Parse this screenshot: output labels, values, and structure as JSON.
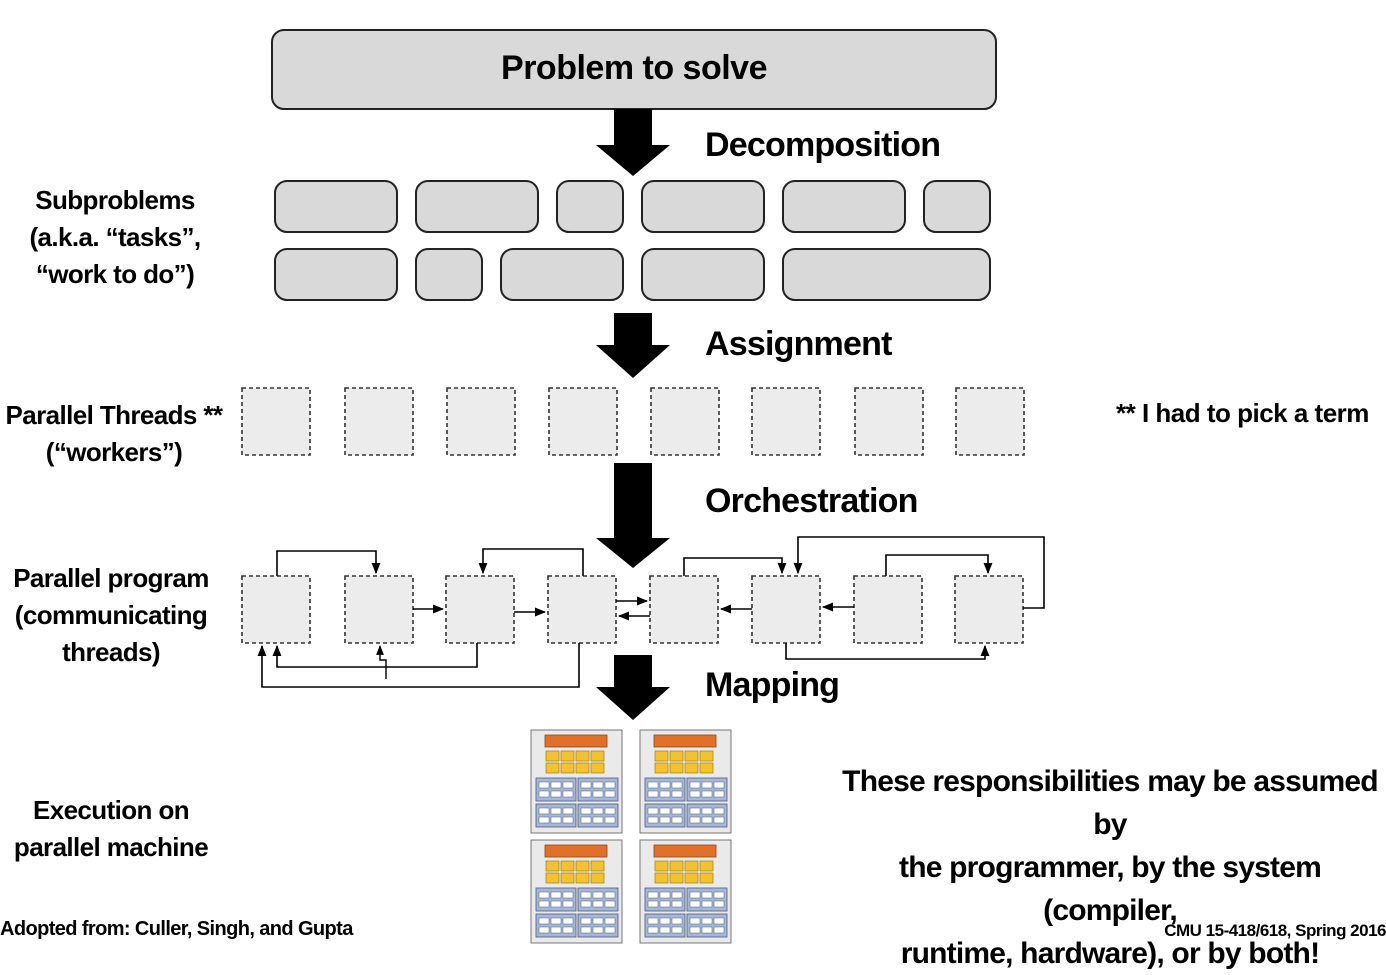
{
  "title_box": "Problem to solve",
  "stages": {
    "decomposition": "Decomposition",
    "assignment": "Assignment",
    "orchestration": "Orchestration",
    "mapping": "Mapping"
  },
  "row_labels": {
    "subproblems": [
      "Subproblems",
      "(a.k.a. “tasks”,",
      "“work to do”)"
    ],
    "threads": [
      "Parallel Threads **",
      "(“workers”)"
    ],
    "program": [
      "Parallel program",
      "(communicating",
      "threads)"
    ],
    "execution": [
      "Execution on",
      "parallel machine"
    ]
  },
  "footnote": "** I had to pick a term",
  "responsibilities": [
    "These responsibilities may be assumed by",
    "the programmer, by the system (compiler,",
    "runtime, hardware), or by both!"
  ],
  "credit": "Adopted from: Culler, Singh, and Gupta",
  "course": "CMU 15-418/618, Spring 2016",
  "colors": {
    "box_fill": "#d9d9d9",
    "thread_fill": "#ececec",
    "chip_orange": "#e0702a",
    "chip_yellow": "#f2c230",
    "chip_blue": "#a7b7d6"
  }
}
